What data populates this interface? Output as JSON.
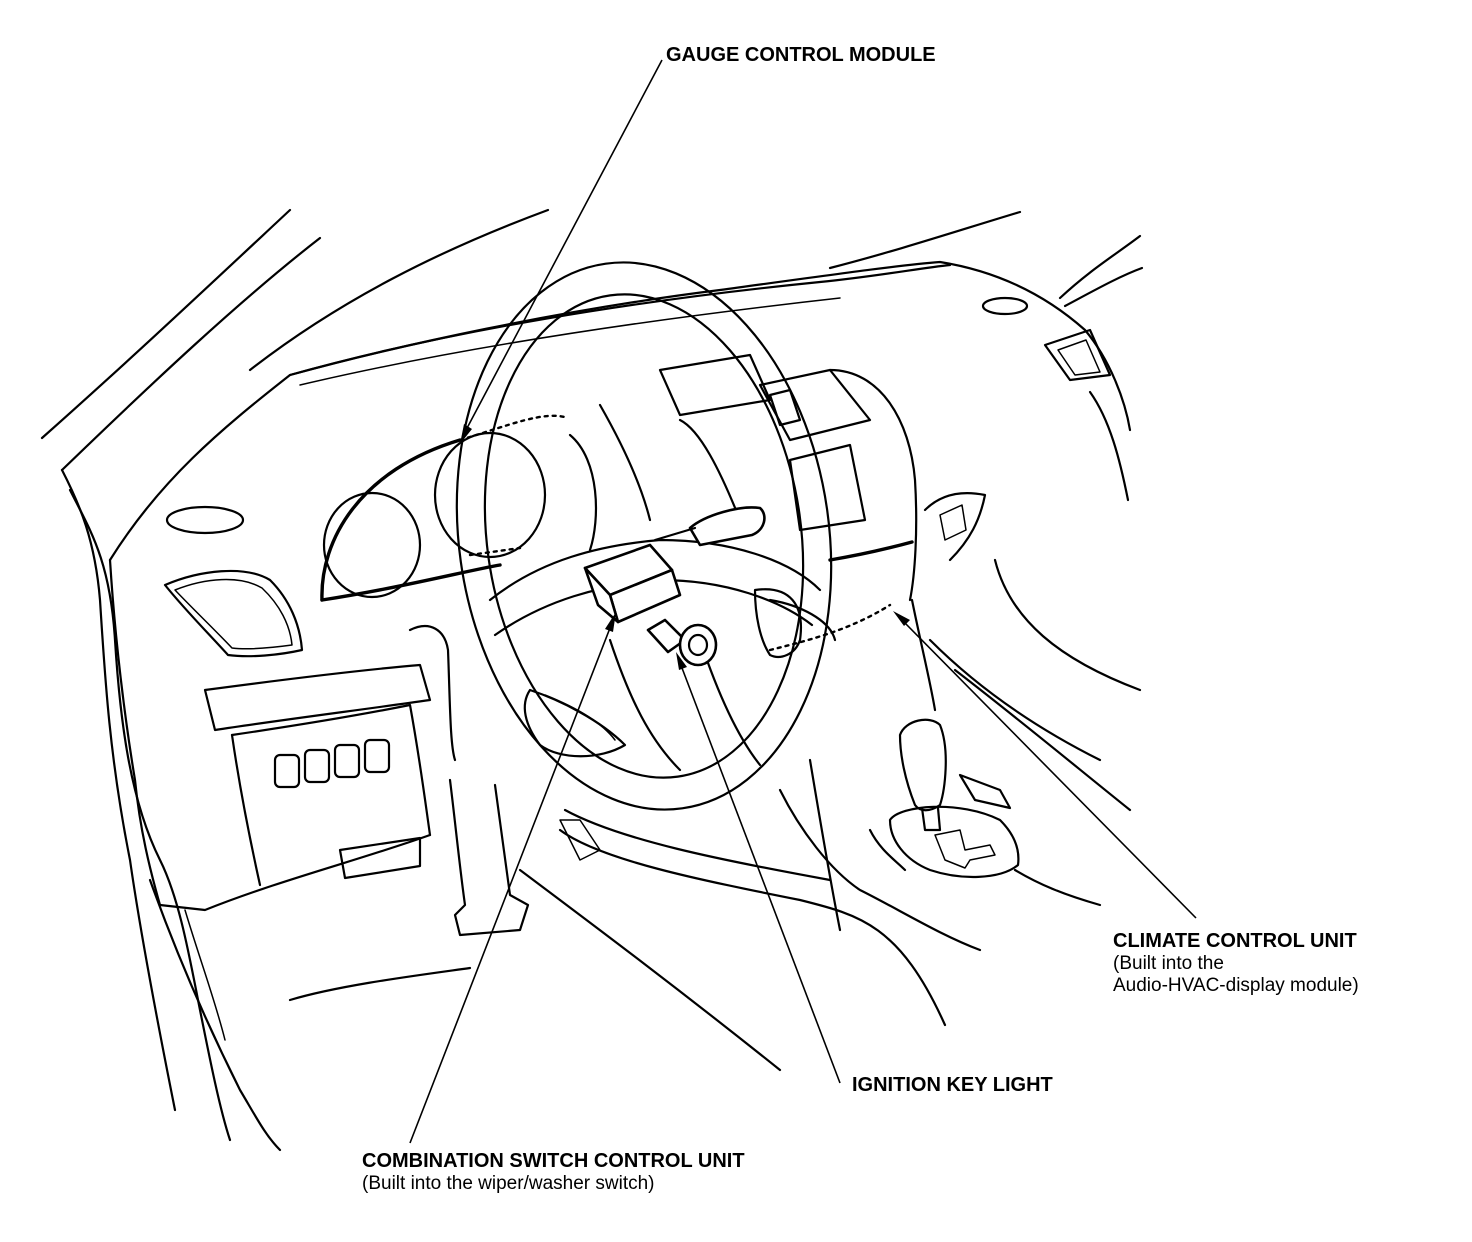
{
  "labels": {
    "gauge_control_module": "GAUGE CONTROL MODULE",
    "climate_control_unit": {
      "title": "CLIMATE CONTROL UNIT",
      "note_line1": "(Built into the",
      "note_line2": "Audio-HVAC-display module)"
    },
    "ignition_key_light": "IGNITION KEY LIGHT",
    "combination_switch_control_unit": {
      "title": "COMBINATION SWITCH CONTROL UNIT",
      "note": "(Built into the wiper/washer switch)"
    }
  },
  "colors": {
    "line": "#000000",
    "background": "#ffffff"
  }
}
